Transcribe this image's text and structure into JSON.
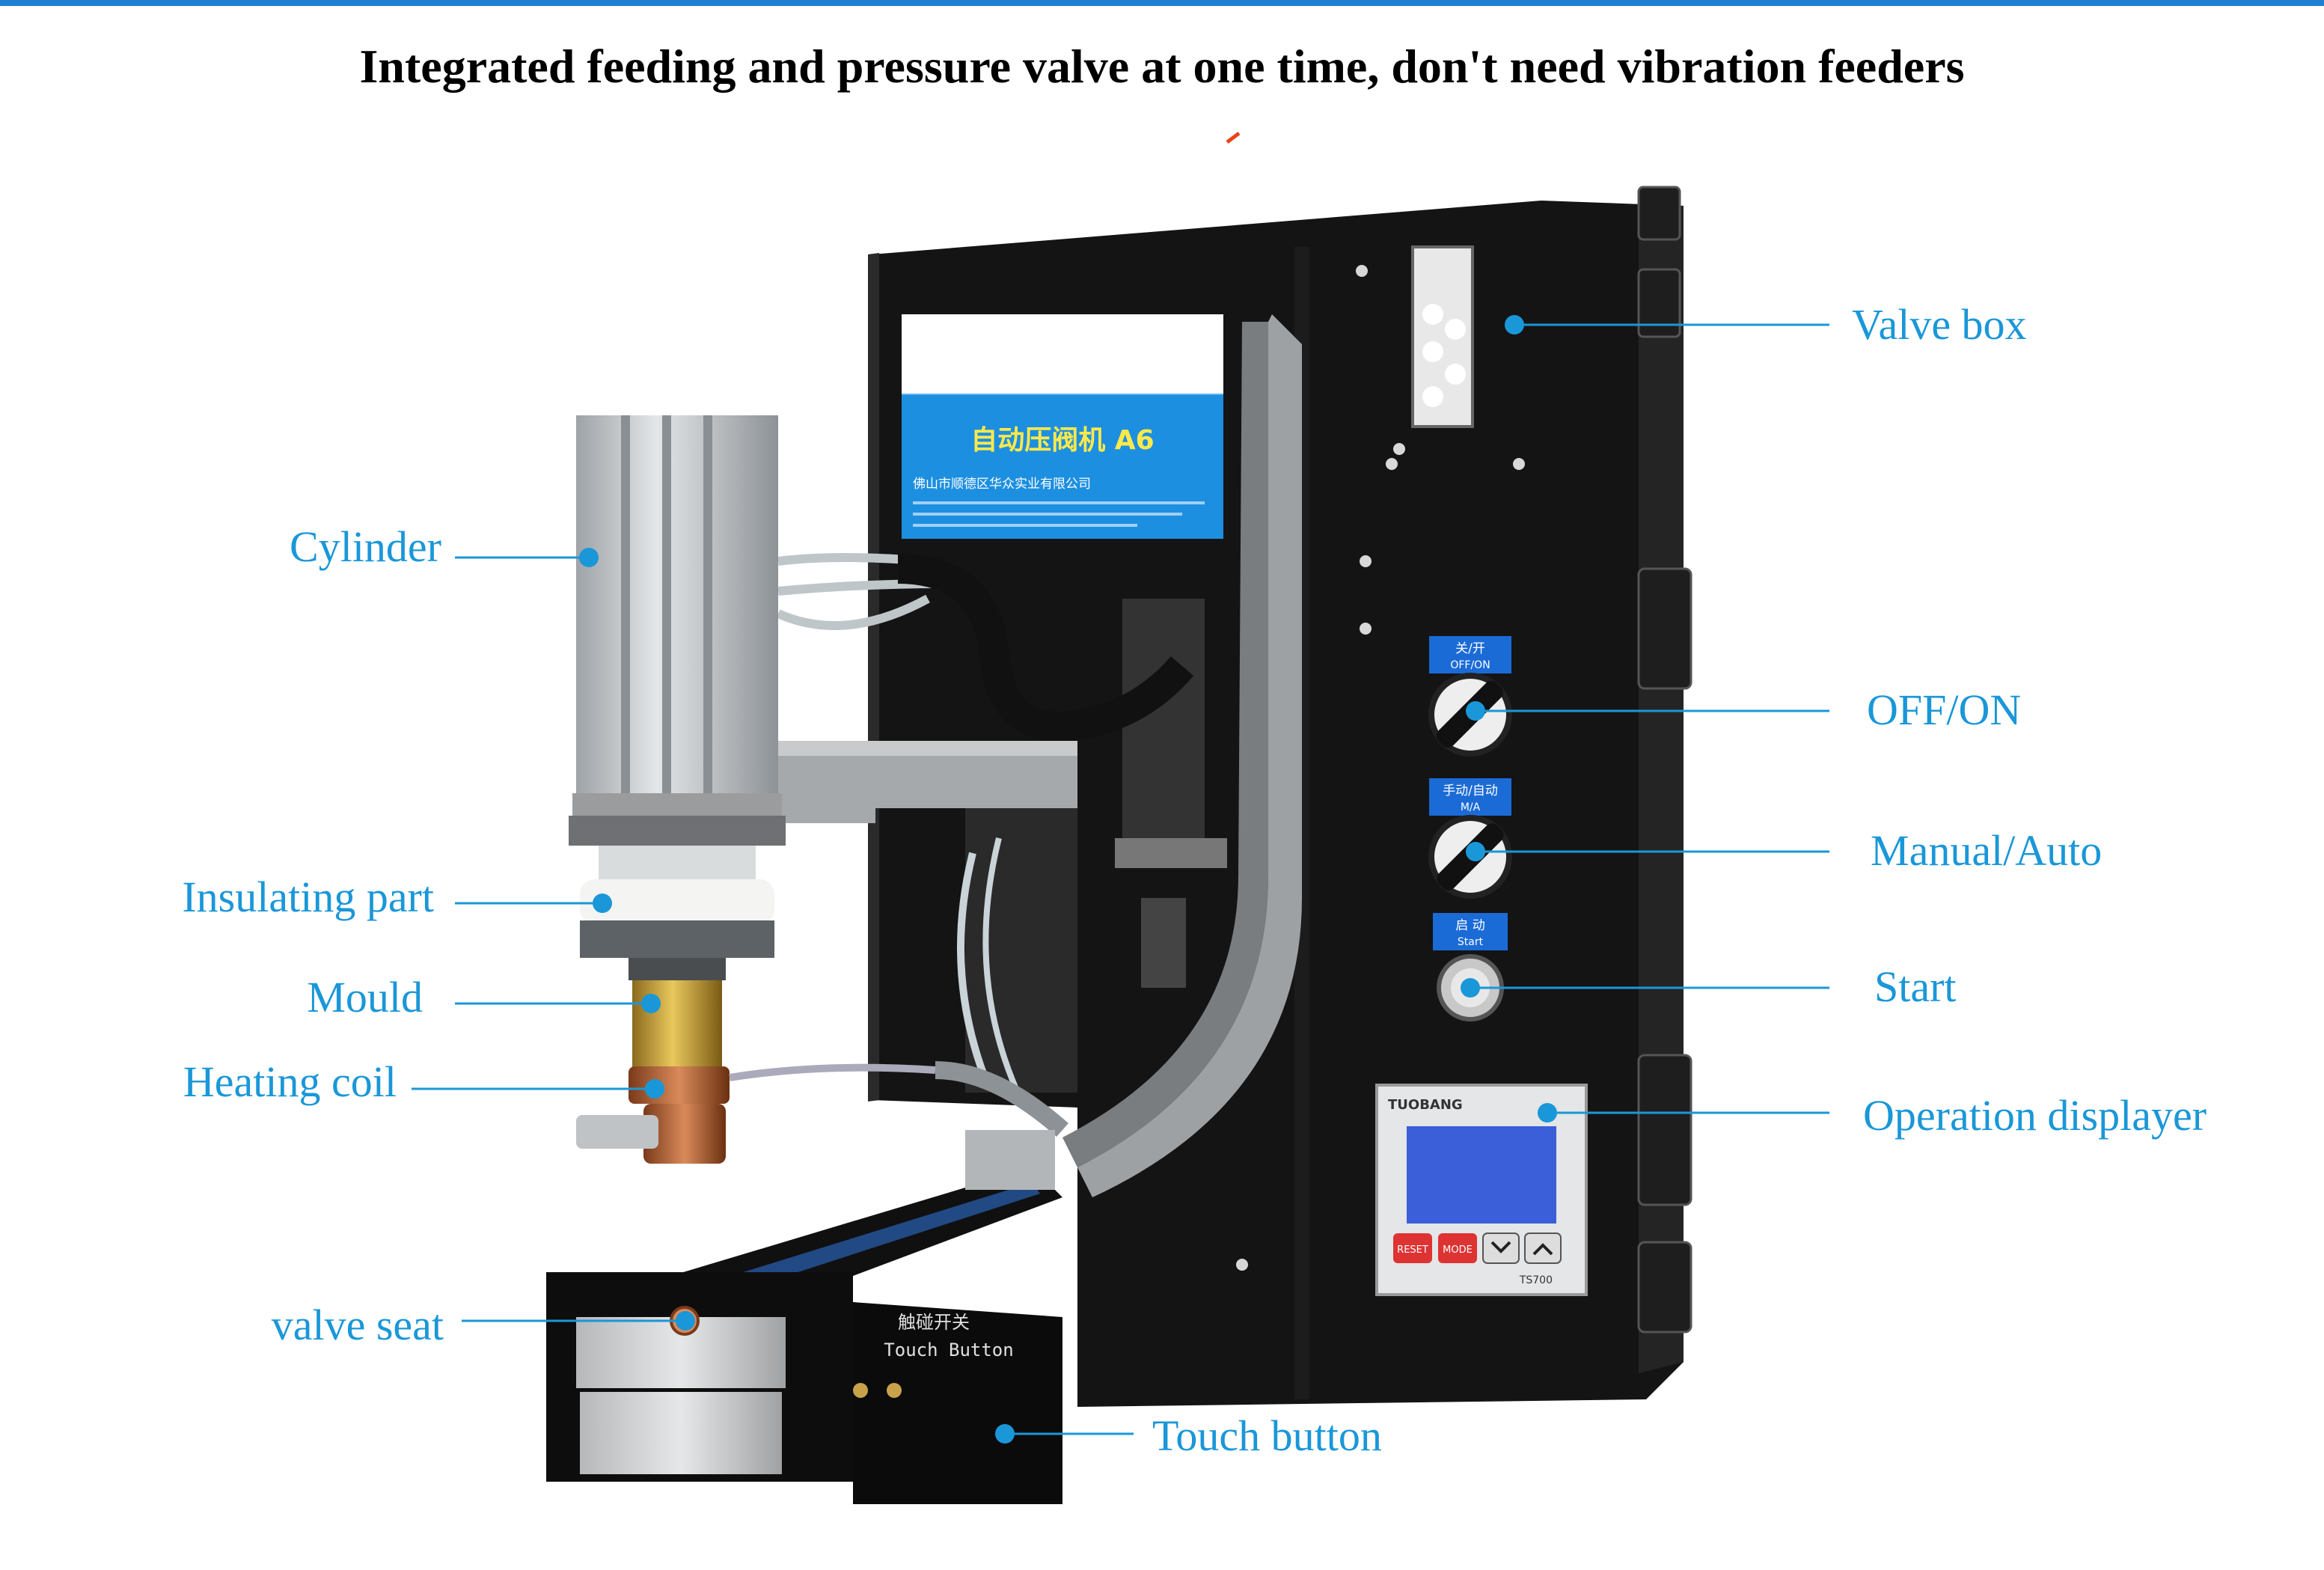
{
  "title": "Integrated feeding and pressure valve at one time, don't need vibration feeders",
  "accent_color": "#1a97d8",
  "machine_plate": {
    "name": "自动压阀机 A6",
    "company": "佛山市顺德区华众实业有限公司"
  },
  "panel": {
    "switch_label_cn": "关/开",
    "switch_label_en": "OFF/ON",
    "mode_label_cn": "手动/自动",
    "mode_label_en": "M/A",
    "start_label_cn": "启 动",
    "start_label_en": "Start",
    "display_brand": "TUOBANG",
    "display_model": "TS700",
    "btn_reset": "RESET",
    "btn_mode": "MODE"
  },
  "touch_plate": {
    "cn": "触碰开关",
    "en": "Touch Button"
  },
  "callouts": {
    "valve_box": "Valve box",
    "cylinder": "Cylinder",
    "off_on": "OFF/ON",
    "manual_auto": "Manual/Auto",
    "insulating_part": "Insulating part",
    "start": "Start",
    "mould": "Mould",
    "heating_coil": "Heating coil",
    "operation_displayer": "Operation displayer",
    "valve_seat": "valve seat",
    "touch_button": "Touch button"
  }
}
